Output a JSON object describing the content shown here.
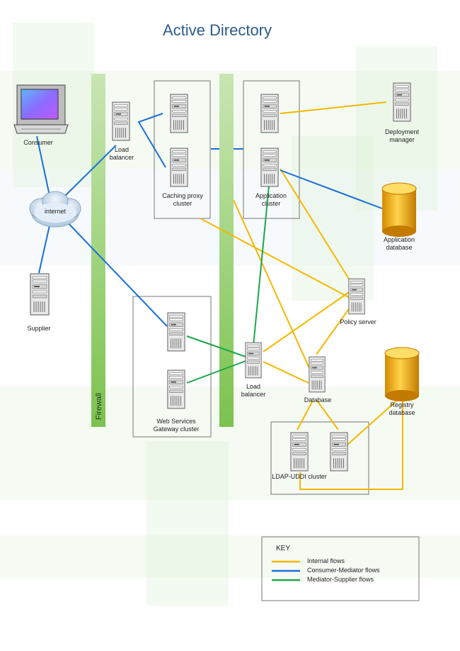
{
  "title": "Active Directory",
  "nodes": {
    "consumer": "Consumer",
    "internet": "internet",
    "supplier": "Supplier",
    "load_balancer_1": "Load\nbalancer",
    "caching_proxy_cluster": "Caching proxy\ncluster",
    "application_cluster": "Application\ncluster",
    "deployment_manager": "Deployment\nmanager",
    "application_database": "Application\ndatabase",
    "policy_server": "Policy server",
    "web_services_gateway_cluster": "Web Services\nGateway cluster",
    "load_balancer_2": "Load\nbalancer",
    "database": "Database",
    "registry_database": "Registry\ndatabase",
    "ldap_uddi_cluster": "LDAP-UDDI cluster"
  },
  "firewall_label": "Firewall",
  "key": {
    "title": "KEY",
    "items": [
      {
        "label": "Internal flows",
        "color": "#f5b800"
      },
      {
        "label": "Consumer-Mediator flows",
        "color": "#1a6fd8"
      },
      {
        "label": "Mediator-Supplier flows",
        "color": "#1aa84a"
      }
    ]
  },
  "colors": {
    "internal": "#f5b800",
    "consumer_mediator": "#1a6fd8",
    "mediator_supplier": "#1aa84a",
    "firewall": "#8ccc5a",
    "title": "#2d5b8a"
  }
}
